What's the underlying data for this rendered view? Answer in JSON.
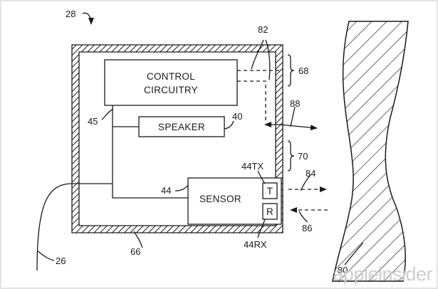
{
  "labels": {
    "device": "28",
    "path": "82",
    "control_ref": "45",
    "speaker_ref": "40",
    "arrow": "88",
    "bracket_top": "68",
    "bracket_bottom": "70",
    "sensor_ref": "44",
    "transmitter": "44TX",
    "emit_arrow": "84",
    "receive_arrow": "86",
    "receiver": "44RX",
    "housing": "66",
    "cable": "26",
    "object": "80"
  },
  "components": {
    "control_line1": "CONTROL",
    "control_line2": "CIRCUITRY",
    "speaker": "SPEAKER",
    "sensor": "SENSOR",
    "t_box": "T",
    "r_box": "R"
  },
  "watermark": "appleinsider",
  "colors": {
    "line": "#1a1a1a",
    "watermark": "#cfcfcf",
    "frame": "#c8c8c8"
  }
}
